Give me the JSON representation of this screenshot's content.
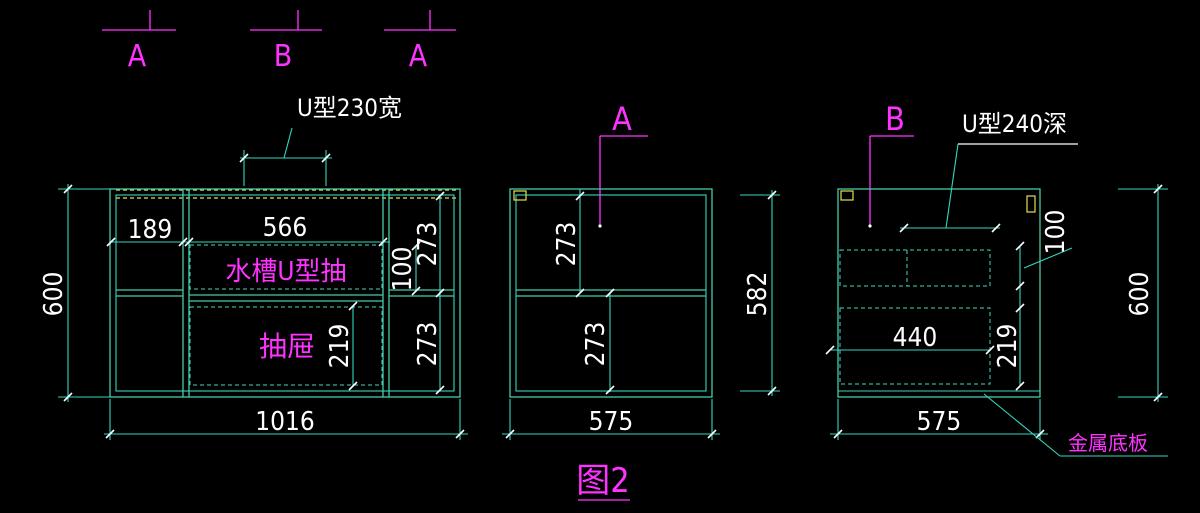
{
  "colors": {
    "background": "#000000",
    "geometry": "#44ccaa",
    "dimension_text": "#ffffff",
    "label_magenta": "#ff33ff",
    "hidden_yellow": "#e6e14a"
  },
  "section_markers": {
    "left_a": "A",
    "mid_b": "B",
    "right_a": "A",
    "view_a": "A",
    "view_b": "B"
  },
  "front_view": {
    "u_channel_note": "U型230宽",
    "height": "600",
    "width": "1016",
    "left_bay_width": "189",
    "center_width": "566",
    "right_upper": "273",
    "right_lower": "273",
    "u_drawer_height": "100",
    "drawer_height": "219",
    "u_drawer_label": "水槽U型抽",
    "drawer_label": "抽屉"
  },
  "side_view_a": {
    "upper": "273",
    "lower": "273",
    "height": "582",
    "width": "575"
  },
  "side_view_b": {
    "u_channel_note": "U型240深",
    "u_depth": "100",
    "drawer_height": "219",
    "drawer_width": "440",
    "height": "600",
    "width": "575",
    "base_note": "金属底板"
  },
  "figure_caption": "图2"
}
